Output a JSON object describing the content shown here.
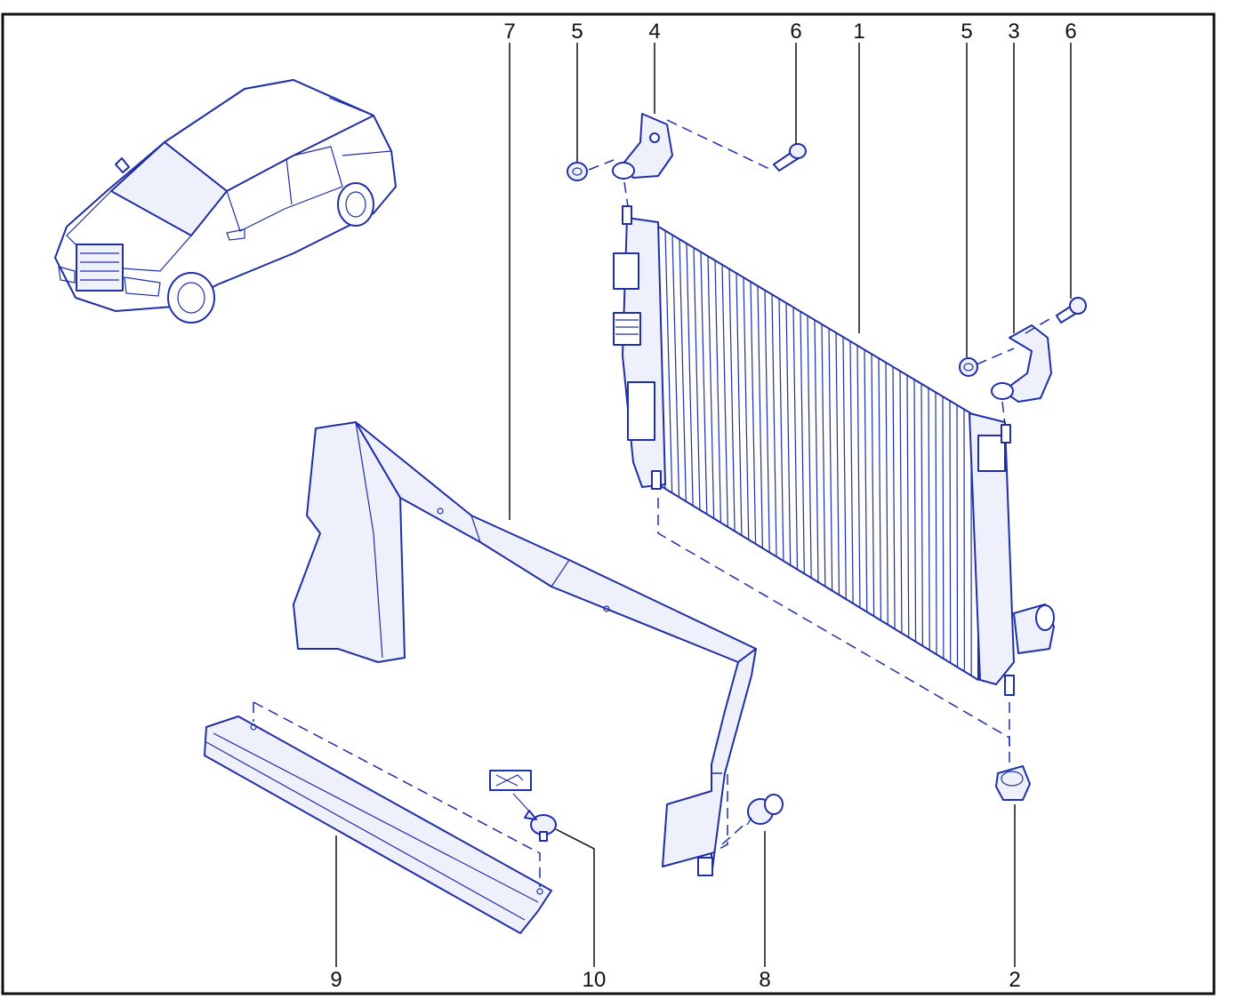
{
  "colors": {
    "line": "#1f2fa6",
    "fill_light": "#eef0fb",
    "text": "#111111",
    "background": "#ffffff"
  },
  "callouts": [
    {
      "id": "1",
      "label": "1"
    },
    {
      "id": "2",
      "label": "2"
    },
    {
      "id": "3",
      "label": "3"
    },
    {
      "id": "4",
      "label": "4"
    },
    {
      "id": "5a",
      "label": "5"
    },
    {
      "id": "5b",
      "label": "5"
    },
    {
      "id": "6a",
      "label": "6"
    },
    {
      "id": "6b",
      "label": "6"
    },
    {
      "id": "7",
      "label": "7"
    },
    {
      "id": "8",
      "label": "8"
    },
    {
      "id": "9",
      "label": "9"
    },
    {
      "id": "10",
      "label": "10"
    }
  ]
}
